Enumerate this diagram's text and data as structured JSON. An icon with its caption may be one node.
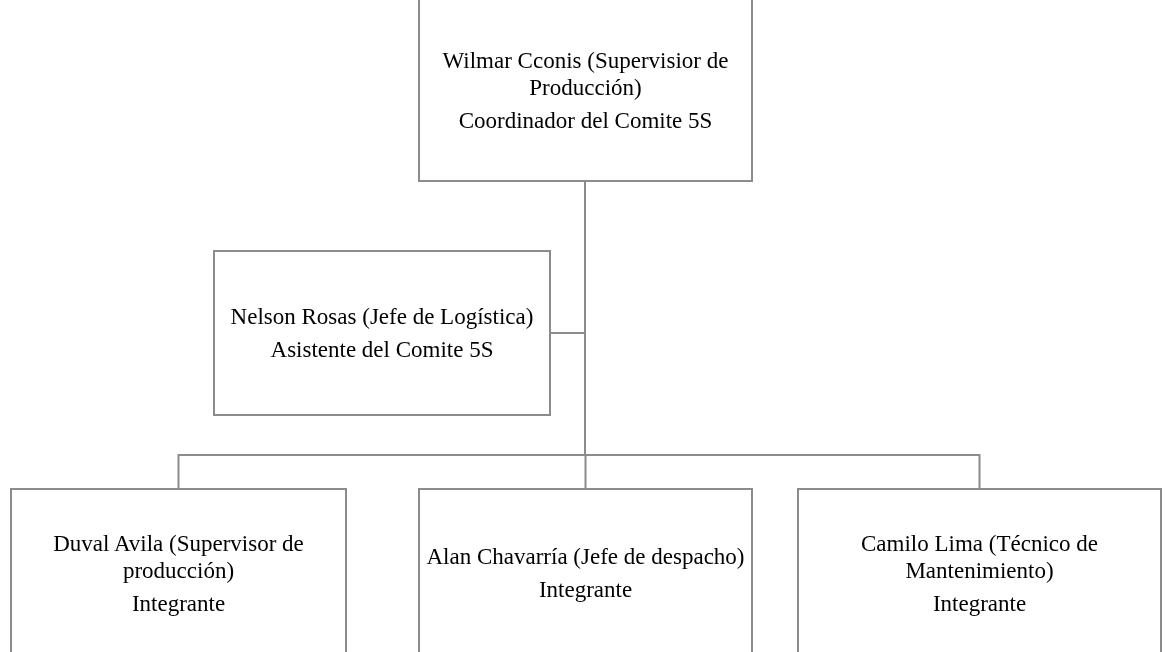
{
  "diagram": {
    "nodes": [
      {
        "text": [
          "Wilmar Cconis (Supervisior de Producción)",
          "Coordinador del Comite 5S"
        ]
      },
      {
        "text": [
          "Nelson Rosas (Jefe de Logística)",
          "Asistente del Comite 5S"
        ]
      },
      {
        "text": [
          "Duval Avila (Supervisor de producción)",
          "Integrante"
        ]
      },
      {
        "text": [
          "Alan Chavarría (Jefe de despacho)",
          "Integrante"
        ]
      },
      {
        "text": [
          "Camilo Lima (Técnico de Mantenimiento)",
          "Integrante"
        ]
      }
    ],
    "edges": [
      {
        "from": 0,
        "to": 1,
        "arrow": "none"
      },
      {
        "from": 0,
        "to": 2,
        "arrow": "none"
      },
      {
        "from": 0,
        "to": 3,
        "arrow": "none"
      },
      {
        "from": 0,
        "to": 4,
        "arrow": "none"
      }
    ]
  }
}
